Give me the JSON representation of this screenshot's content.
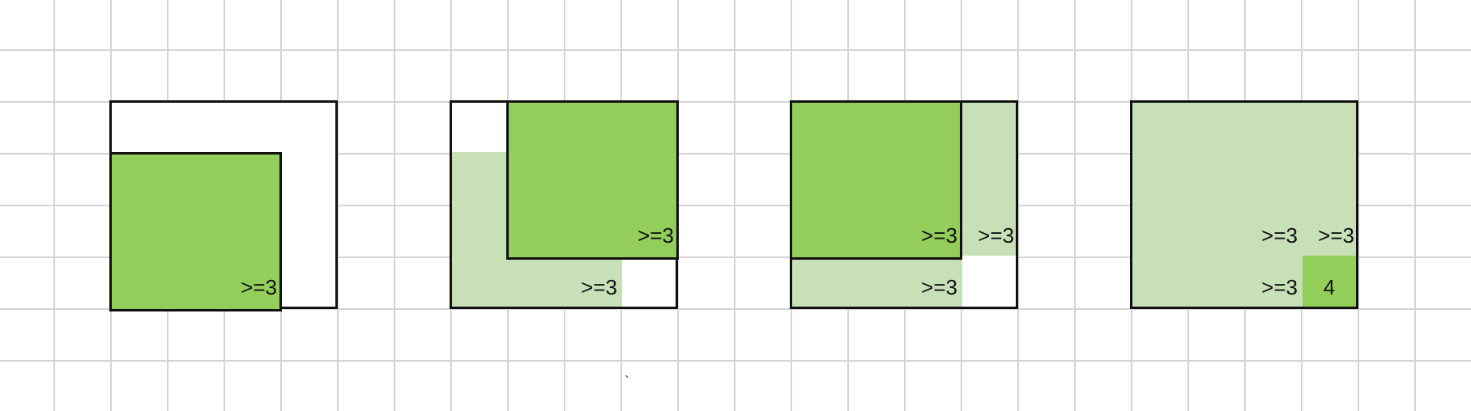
{
  "board1": {
    "region_label": ">=3"
  },
  "board2": {
    "square_label": ">=3",
    "lshape_label": ">=3"
  },
  "board3": {
    "square_label": ">=3",
    "right_strip_label": ">=3",
    "bottom_strip_label": ">=3"
  },
  "board4": {
    "top_left_label": ">=3",
    "top_right_label": ">=3",
    "bottom_left_label": ">=3",
    "corner_label": "4"
  },
  "stray_mark": "`",
  "colors": {
    "dark_green": "#94ce5a",
    "light_green": "#c8e0b8",
    "grid": "#d4d4d4",
    "border": "#111111"
  }
}
